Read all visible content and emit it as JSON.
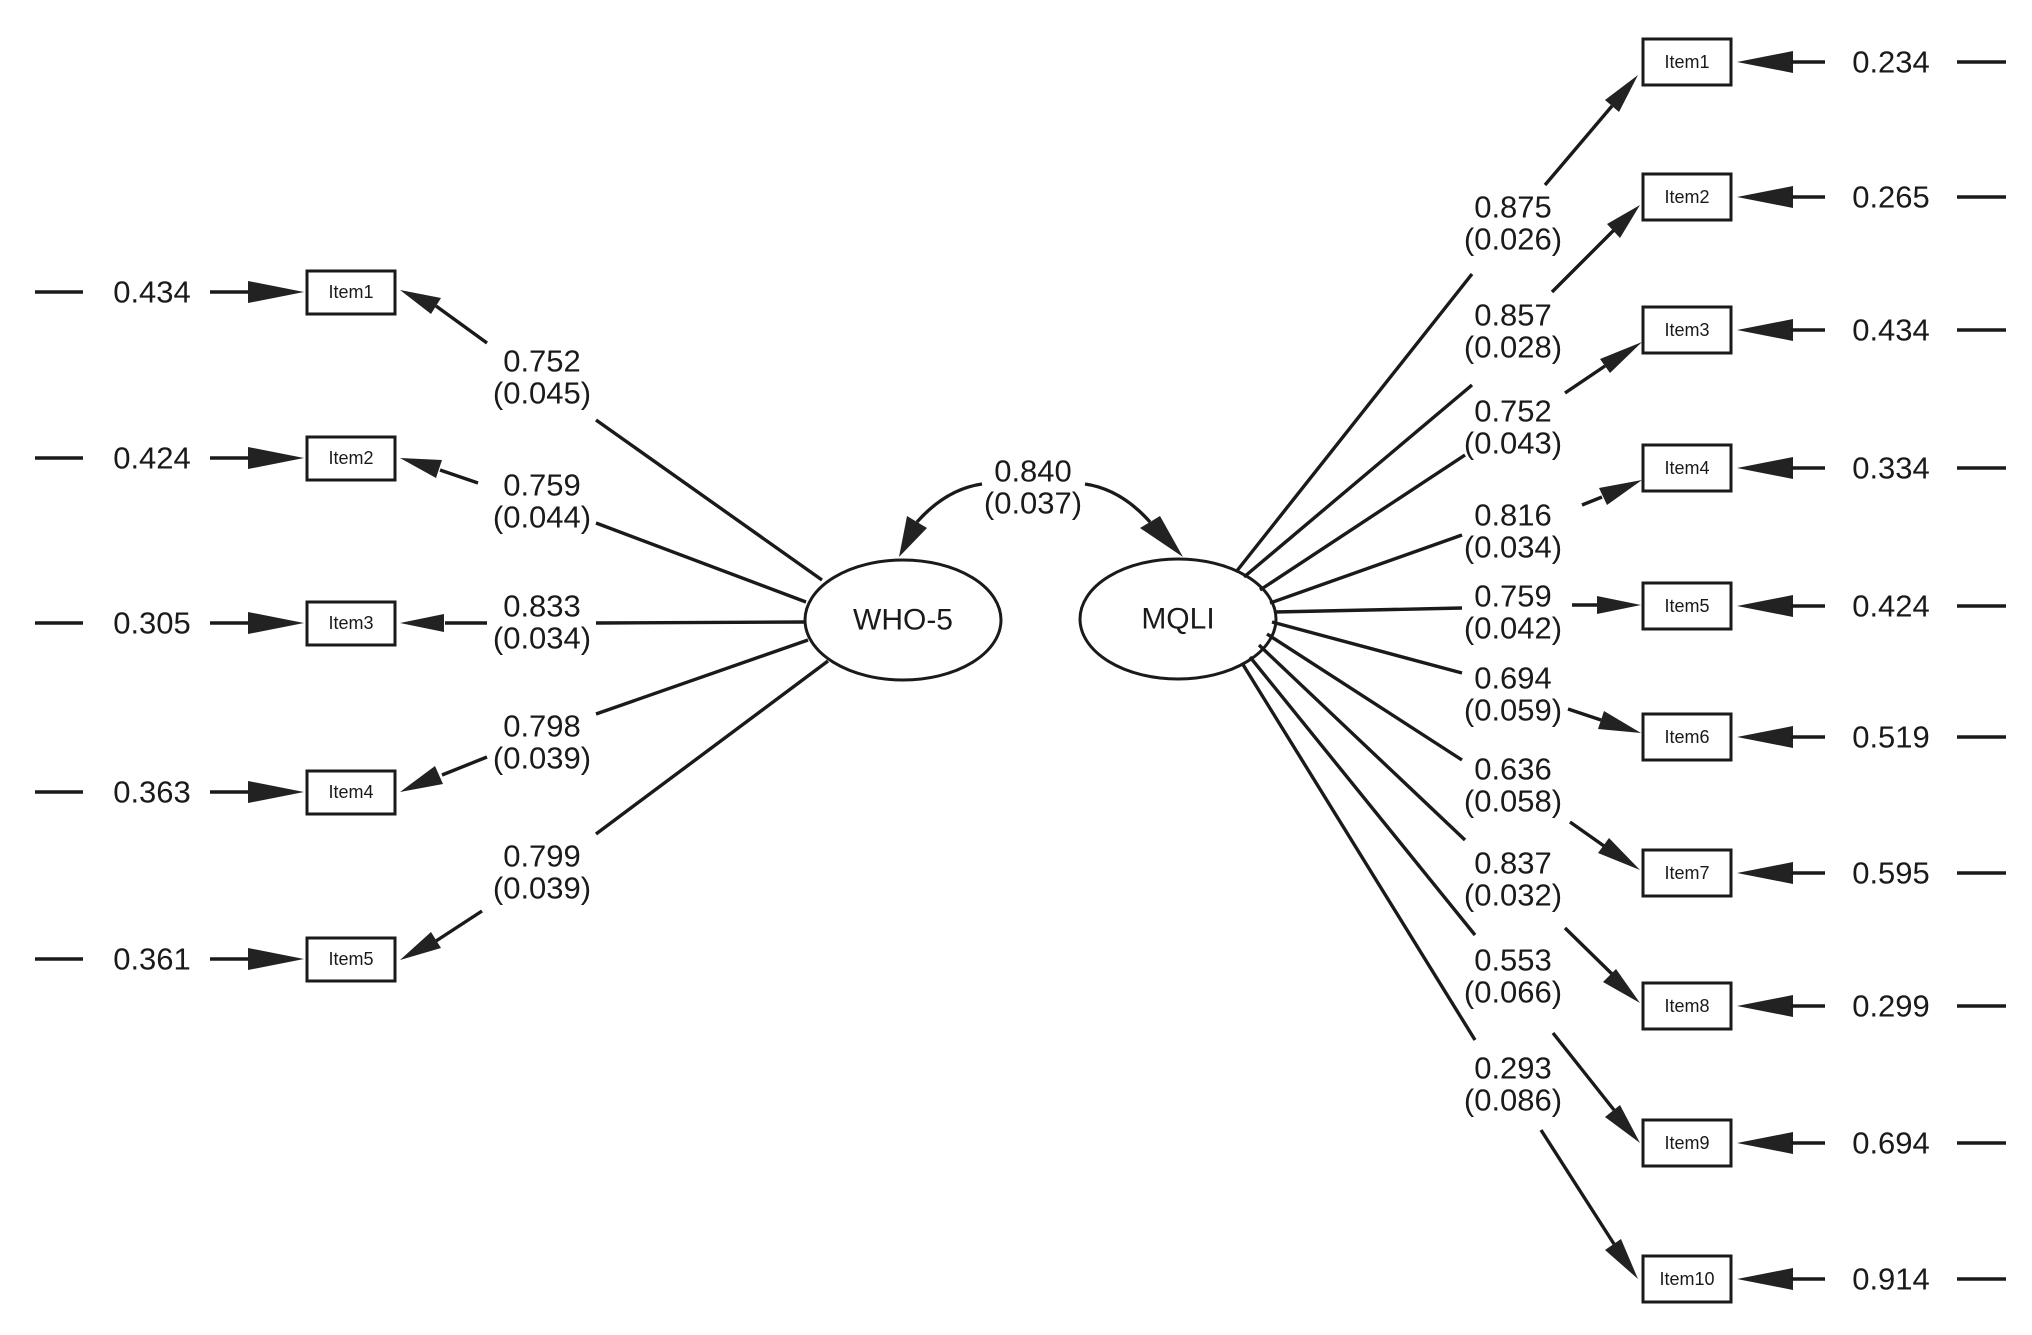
{
  "diagram": {
    "latents": {
      "left": {
        "label": "WHO-5"
      },
      "right": {
        "label": "MQLI"
      }
    },
    "correlation": {
      "estimate": "0.840",
      "se": "(0.037)"
    },
    "left_items": [
      {
        "label": "Item1",
        "loading": "0.752",
        "se": "(0.045)",
        "residual": "0.434"
      },
      {
        "label": "Item2",
        "loading": "0.759",
        "se": "(0.044)",
        "residual": "0.424"
      },
      {
        "label": "Item3",
        "loading": "0.833",
        "se": "(0.034)",
        "residual": "0.305"
      },
      {
        "label": "Item4",
        "loading": "0.798",
        "se": "(0.039)",
        "residual": "0.363"
      },
      {
        "label": "Item5",
        "loading": "0.799",
        "se": "(0.039)",
        "residual": "0.361"
      }
    ],
    "right_items": [
      {
        "label": "Item1",
        "loading": "0.875",
        "se": "(0.026)",
        "residual": "0.234"
      },
      {
        "label": "Item2",
        "loading": "0.857",
        "se": "(0.028)",
        "residual": "0.265"
      },
      {
        "label": "Item3",
        "loading": "0.752",
        "se": "(0.043)",
        "residual": "0.434"
      },
      {
        "label": "Item4",
        "loading": "0.816",
        "se": "(0.034)",
        "residual": "0.334"
      },
      {
        "label": "Item5",
        "loading": "0.759",
        "se": "(0.042)",
        "residual": "0.424"
      },
      {
        "label": "Item6",
        "loading": "0.694",
        "se": "(0.059)",
        "residual": "0.519"
      },
      {
        "label": "Item7",
        "loading": "0.636",
        "se": "(0.058)",
        "residual": "0.595"
      },
      {
        "label": "Item8",
        "loading": "0.837",
        "se": "(0.032)",
        "residual": "0.299"
      },
      {
        "label": "Item9",
        "loading": "0.553",
        "se": "(0.066)",
        "residual": "0.694"
      },
      {
        "label": "Item10",
        "loading": "0.293",
        "se": "(0.086)",
        "residual": "0.914"
      }
    ]
  }
}
